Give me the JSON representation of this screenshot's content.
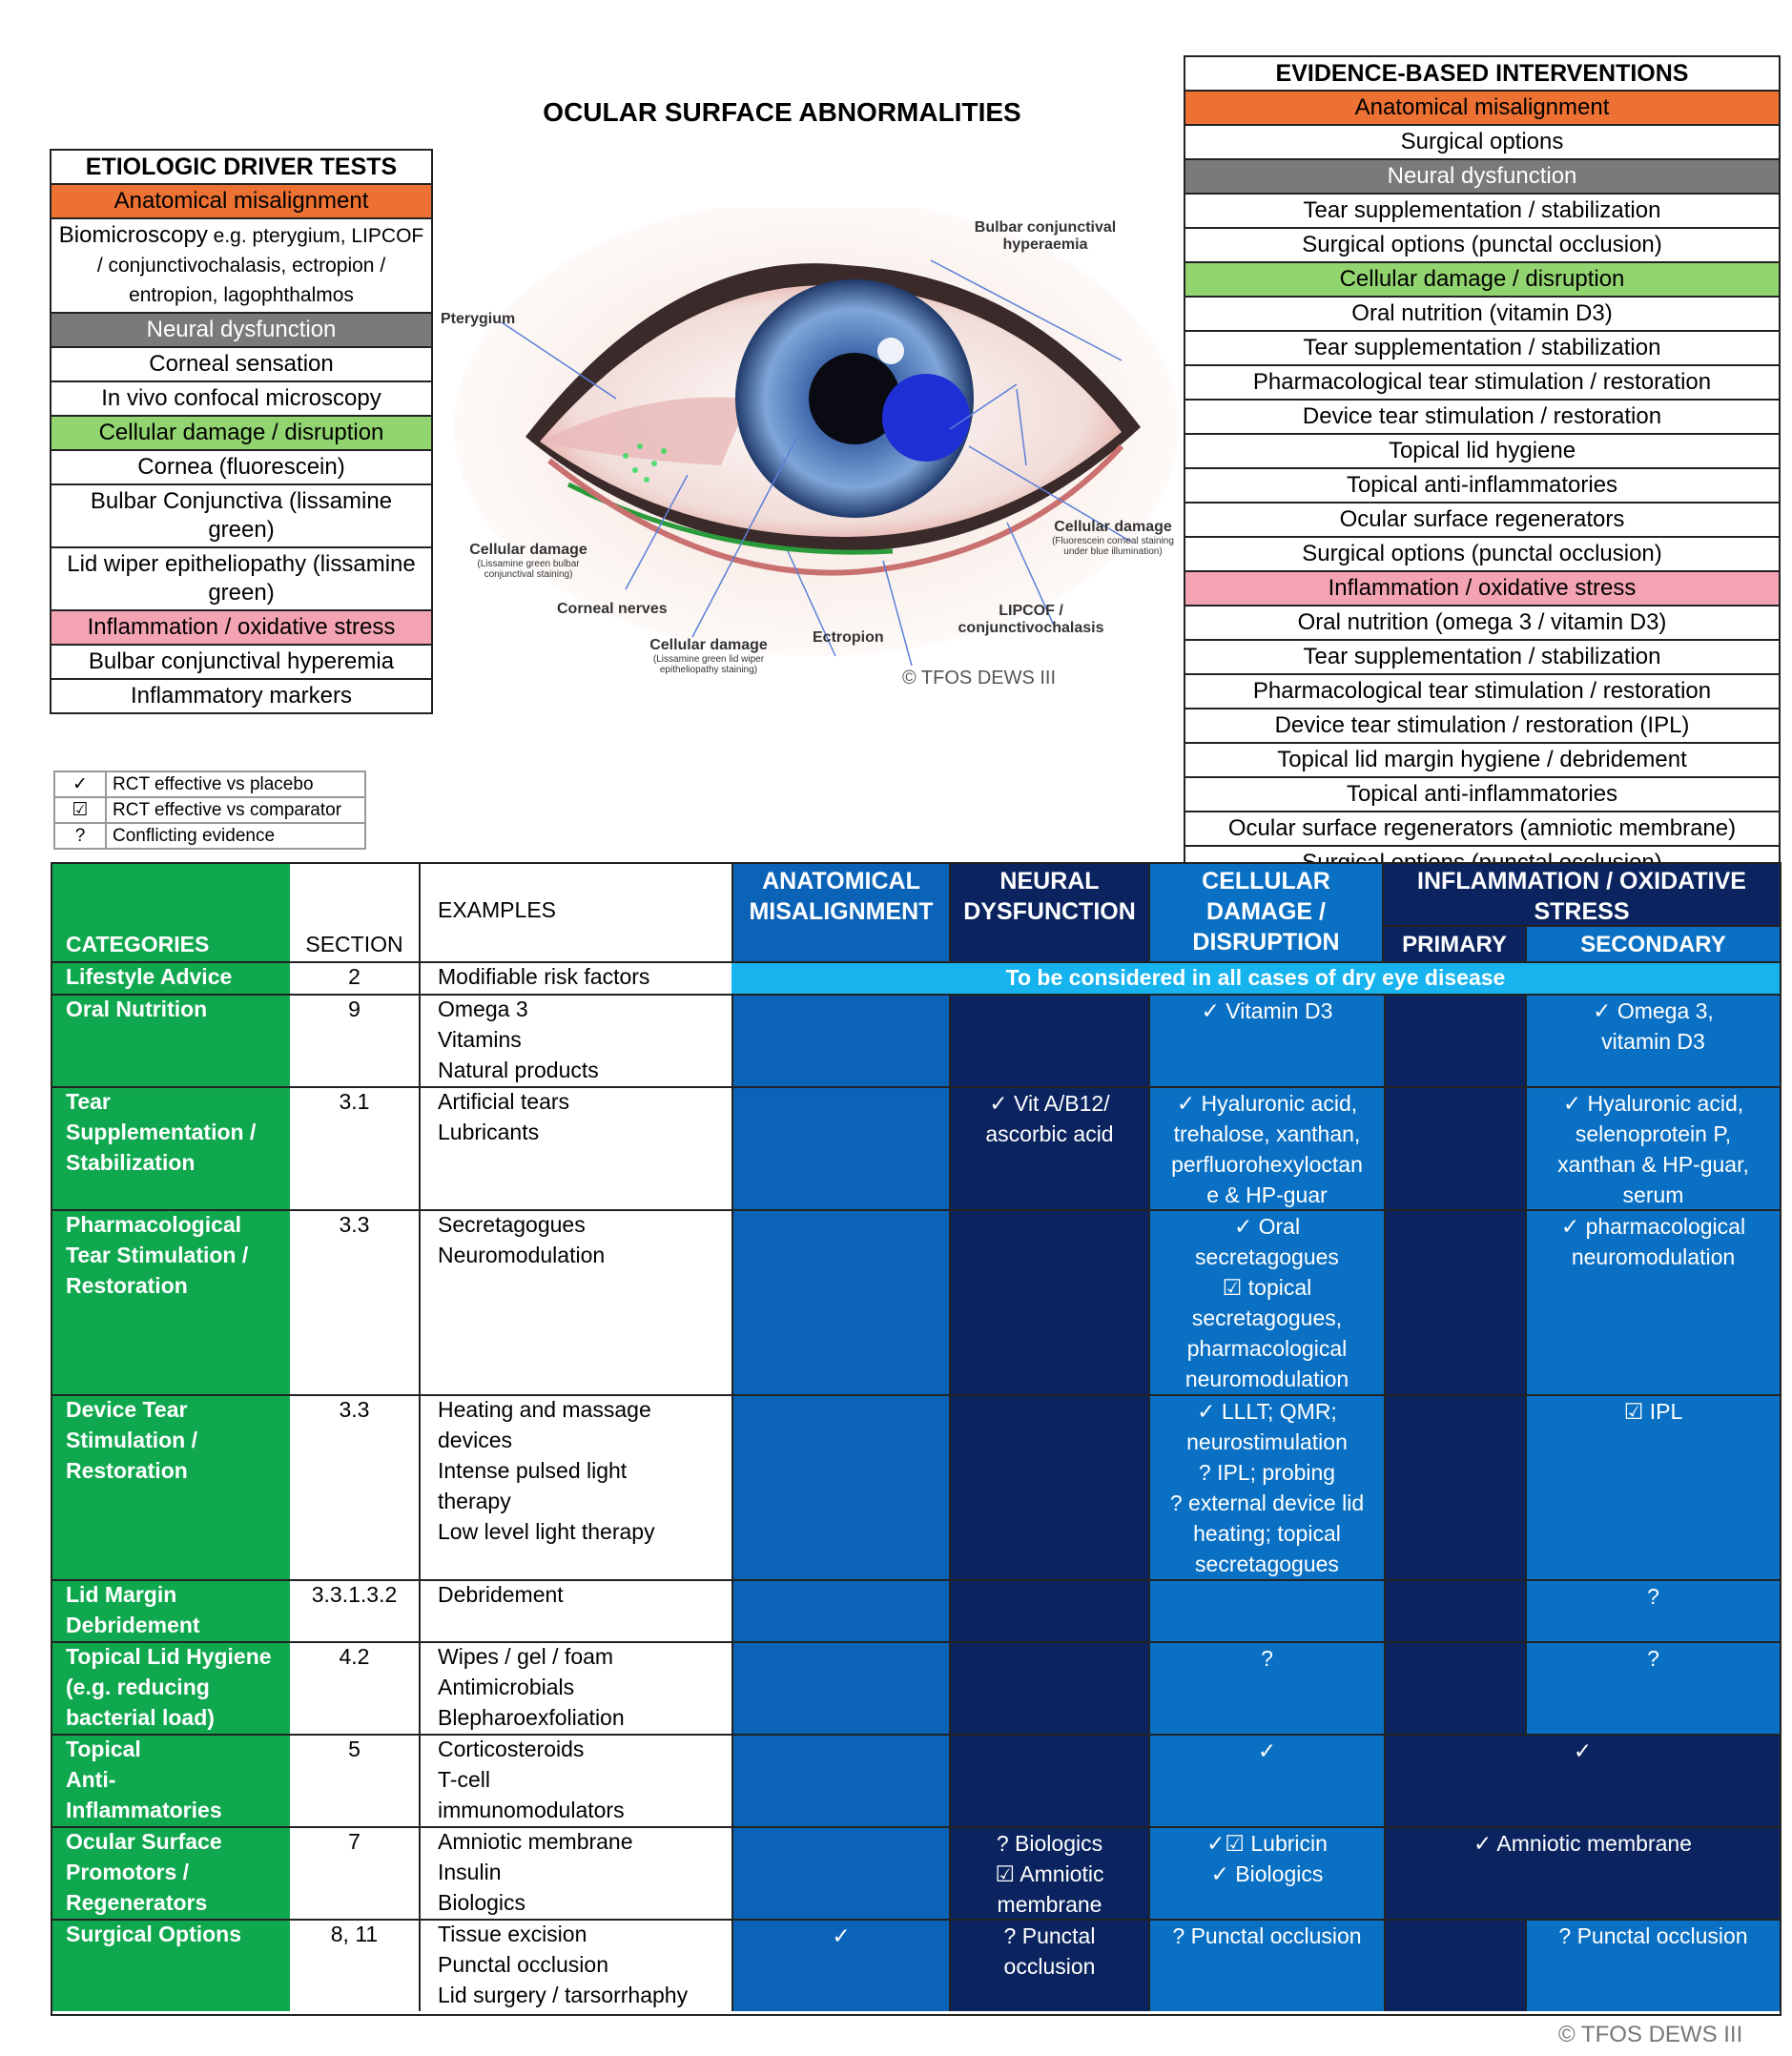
{
  "ocular_title": "OCULAR SURFACE ABNORMALITIES",
  "etiologic": {
    "header": "ETIOLOGIC DRIVER TESTS",
    "rows": [
      {
        "cls": "cat-orange",
        "text": "Anatomical misalignment"
      },
      {
        "cls": "",
        "text": "Biomicroscopy",
        "small": " e.g. pterygium, LIPCOF / conjunctivochalasis, ectropion / entropion, lagophthalmos"
      },
      {
        "cls": "cat-gray",
        "text": "Neural dysfunction"
      },
      {
        "cls": "",
        "text": "Corneal sensation"
      },
      {
        "cls": "",
        "text": "In vivo confocal microscopy"
      },
      {
        "cls": "cat-green",
        "text": "Cellular damage / disruption"
      },
      {
        "cls": "",
        "text": "Cornea (fluorescein)"
      },
      {
        "cls": "",
        "text": "Bulbar Conjunctiva (lissamine green)"
      },
      {
        "cls": "",
        "text": "Lid wiper epitheliopathy (lissamine green)"
      },
      {
        "cls": "cat-pink",
        "text": "Inflammation / oxidative stress"
      },
      {
        "cls": "",
        "text": "Bulbar conjunctival hyperemia"
      },
      {
        "cls": "",
        "text": "Inflammatory markers"
      }
    ]
  },
  "interventions": {
    "header": "EVIDENCE-BASED INTERVENTIONS",
    "rows": [
      {
        "cls": "cat-orange",
        "text": "Anatomical misalignment"
      },
      {
        "cls": "",
        "text": "Surgical options"
      },
      {
        "cls": "cat-gray",
        "text": "Neural dysfunction"
      },
      {
        "cls": "",
        "text": "Tear supplementation / stabilization"
      },
      {
        "cls": "",
        "text": "Surgical options (punctal occlusion)"
      },
      {
        "cls": "cat-green",
        "text": "Cellular damage / disruption"
      },
      {
        "cls": "",
        "text": "Oral nutrition (vitamin D3)"
      },
      {
        "cls": "",
        "text": "Tear supplementation / stabilization"
      },
      {
        "cls": "",
        "text": "Pharmacological tear stimulation / restoration"
      },
      {
        "cls": "",
        "text": "Device tear stimulation / restoration"
      },
      {
        "cls": "",
        "text": "Topical lid hygiene"
      },
      {
        "cls": "",
        "text": "Topical anti-inflammatories"
      },
      {
        "cls": "",
        "text": "Ocular surface regenerators"
      },
      {
        "cls": "",
        "text": "Surgical options (punctal occlusion)"
      },
      {
        "cls": "cat-pink",
        "text": "Inflammation / oxidative stress"
      },
      {
        "cls": "",
        "text": "Oral nutrition (omega 3 / vitamin D3)"
      },
      {
        "cls": "",
        "text": "Tear supplementation / stabilization"
      },
      {
        "cls": "",
        "text": "Pharmacological tear stimulation / restoration"
      },
      {
        "cls": "",
        "text": "Device tear stimulation / restoration (IPL)"
      },
      {
        "cls": "",
        "text": "Topical lid margin hygiene / debridement"
      },
      {
        "cls": "",
        "text": "Topical anti-inflammatories"
      },
      {
        "cls": "",
        "text": "Ocular surface regenerators (amniotic membrane)"
      },
      {
        "cls": "",
        "text": "Surgical options (punctal occlusion)"
      }
    ]
  },
  "eye_labels": {
    "bulbar": "Bulbar conjunctival hyperaemia",
    "pterygium": "Pterygium",
    "cellular_left": "Cellular damage",
    "cellular_left_sub": "(Lissamine green bulbar conjunctival staining)",
    "corneal_nerves": "Corneal nerves",
    "cellular_bottom": "Cellular damage",
    "cellular_bottom_sub": "(Lissamine green lid wiper epitheliopathy staining)",
    "ectropion": "Ectropion",
    "lipcof": "LIPCOF / conjunctivochalasis",
    "cellular_right": "Cellular damage",
    "cellular_right_sub": "(Fluorescein corneal staining under blue illumination)",
    "copyright": "© TFOS DEWS III"
  },
  "legend": [
    {
      "sym": "✓",
      "text": "RCT effective vs placebo"
    },
    {
      "sym": "☑",
      "text": "RCT effective vs comparator"
    },
    {
      "sym": "?",
      "text": "Conflicting evidence"
    }
  ],
  "matrix": {
    "headers": {
      "categories": "CATEGORIES",
      "section": "SECTION",
      "examples": "EXAMPLES",
      "anatomical": "ANATOMICAL MISALIGNMENT",
      "neural": "NEURAL DYSFUNCTION",
      "cellular": "CELLULAR DAMAGE / DISRUPTION",
      "inflammation": "INFLAMMATION / OXIDATIVE STRESS",
      "primary": "PRIMARY",
      "secondary": "SECONDARY"
    },
    "lifestyle_note": "To be considered in all cases of dry eye disease",
    "rows": [
      {
        "cat": "Lifestyle Advice",
        "sec": "2",
        "ex": "Modifiable risk factors",
        "c1": "",
        "c2": "",
        "c3": "",
        "c4": "",
        "c5": ""
      },
      {
        "cat": "Oral Nutrition",
        "sec": "9",
        "ex": "Omega 3\nVitamins\nNatural products",
        "c1": "",
        "c2": "",
        "c3": "✓ Vitamin D3",
        "c4": "",
        "c5": "✓ Omega 3,\nvitamin D3"
      },
      {
        "cat": "Tear\nSupplementation /\nStabilization",
        "sec": "3.1",
        "ex": "Artificial tears\nLubricants",
        "c1": "",
        "c2": "✓ Vit A/B12/\nascorbic acid",
        "c3": "✓ Hyaluronic acid,\ntrehalose, xanthan,\nperfluorohexyloctan\ne & HP-guar",
        "c4": "",
        "c5": "✓ Hyaluronic acid,\nselenoprotein P,\nxanthan & HP-guar,\nserum"
      },
      {
        "cat": "Pharmacological\nTear Stimulation /\nRestoration",
        "sec": "3.3",
        "ex": "Secretagogues\nNeuromodulation",
        "c1": "",
        "c2": "",
        "c3": "✓ Oral\nsecretagogues\n☑ topical\nsecretagogues,\npharmacological\nneuromodulation",
        "c4": "",
        "c5": "✓ pharmacological\nneuromodulation"
      },
      {
        "cat": "Device Tear\nStimulation /\nRestoration",
        "sec": "3.3",
        "ex": "Heating and massage\ndevices\nIntense pulsed light\ntherapy\nLow level light therapy",
        "c1": "",
        "c2": "",
        "c3": "✓ LLLT; QMR;\nneurostimulation\n? IPL; probing\n? external device lid\nheating; topical\nsecretagogues",
        "c4": "",
        "c5": "☑ IPL"
      },
      {
        "cat": "Lid Margin\nDebridement",
        "sec": "3.3.1.3.2",
        "ex": "Debridement",
        "c1": "",
        "c2": "",
        "c3": "",
        "c4": "",
        "c5": "?"
      },
      {
        "cat": "Topical Lid Hygiene\n(e.g. reducing\nbacterial load)",
        "sec": "4.2",
        "ex": "Wipes / gel / foam\nAntimicrobials\nBlepharoexfoliation",
        "c1": "",
        "c2": "",
        "c3": "?",
        "c4": "",
        "c5": "?"
      },
      {
        "cat": "Topical\nAnti-\nInflammatories",
        "sec": "5",
        "ex": "Corticosteroids\nT-cell\nimmunomodulators",
        "c1": "",
        "c2": "",
        "c3": "✓",
        "c45": "✓"
      },
      {
        "cat": "Ocular Surface\nPromotors /\nRegenerators",
        "sec": "7",
        "ex": "Amniotic membrane\nInsulin\nBiologics",
        "c1": "",
        "c2": "? Biologics\n☑  Amniotic\nmembrane",
        "c3": "✓☑ Lubricin\n✓  Biologics",
        "c45": "✓ Amniotic membrane"
      },
      {
        "cat": "Surgical Options",
        "sec": "8, 11",
        "ex": "Tissue excision\nPunctal occlusion\nLid surgery / tarsorrhaphy",
        "c1": "✓",
        "c2": "? Punctal\nocclusion",
        "c3": "? Punctal occlusion",
        "c4": "",
        "c5": "? Punctal occlusion"
      }
    ]
  },
  "footer_copyright": "© TFOS DEWS III"
}
